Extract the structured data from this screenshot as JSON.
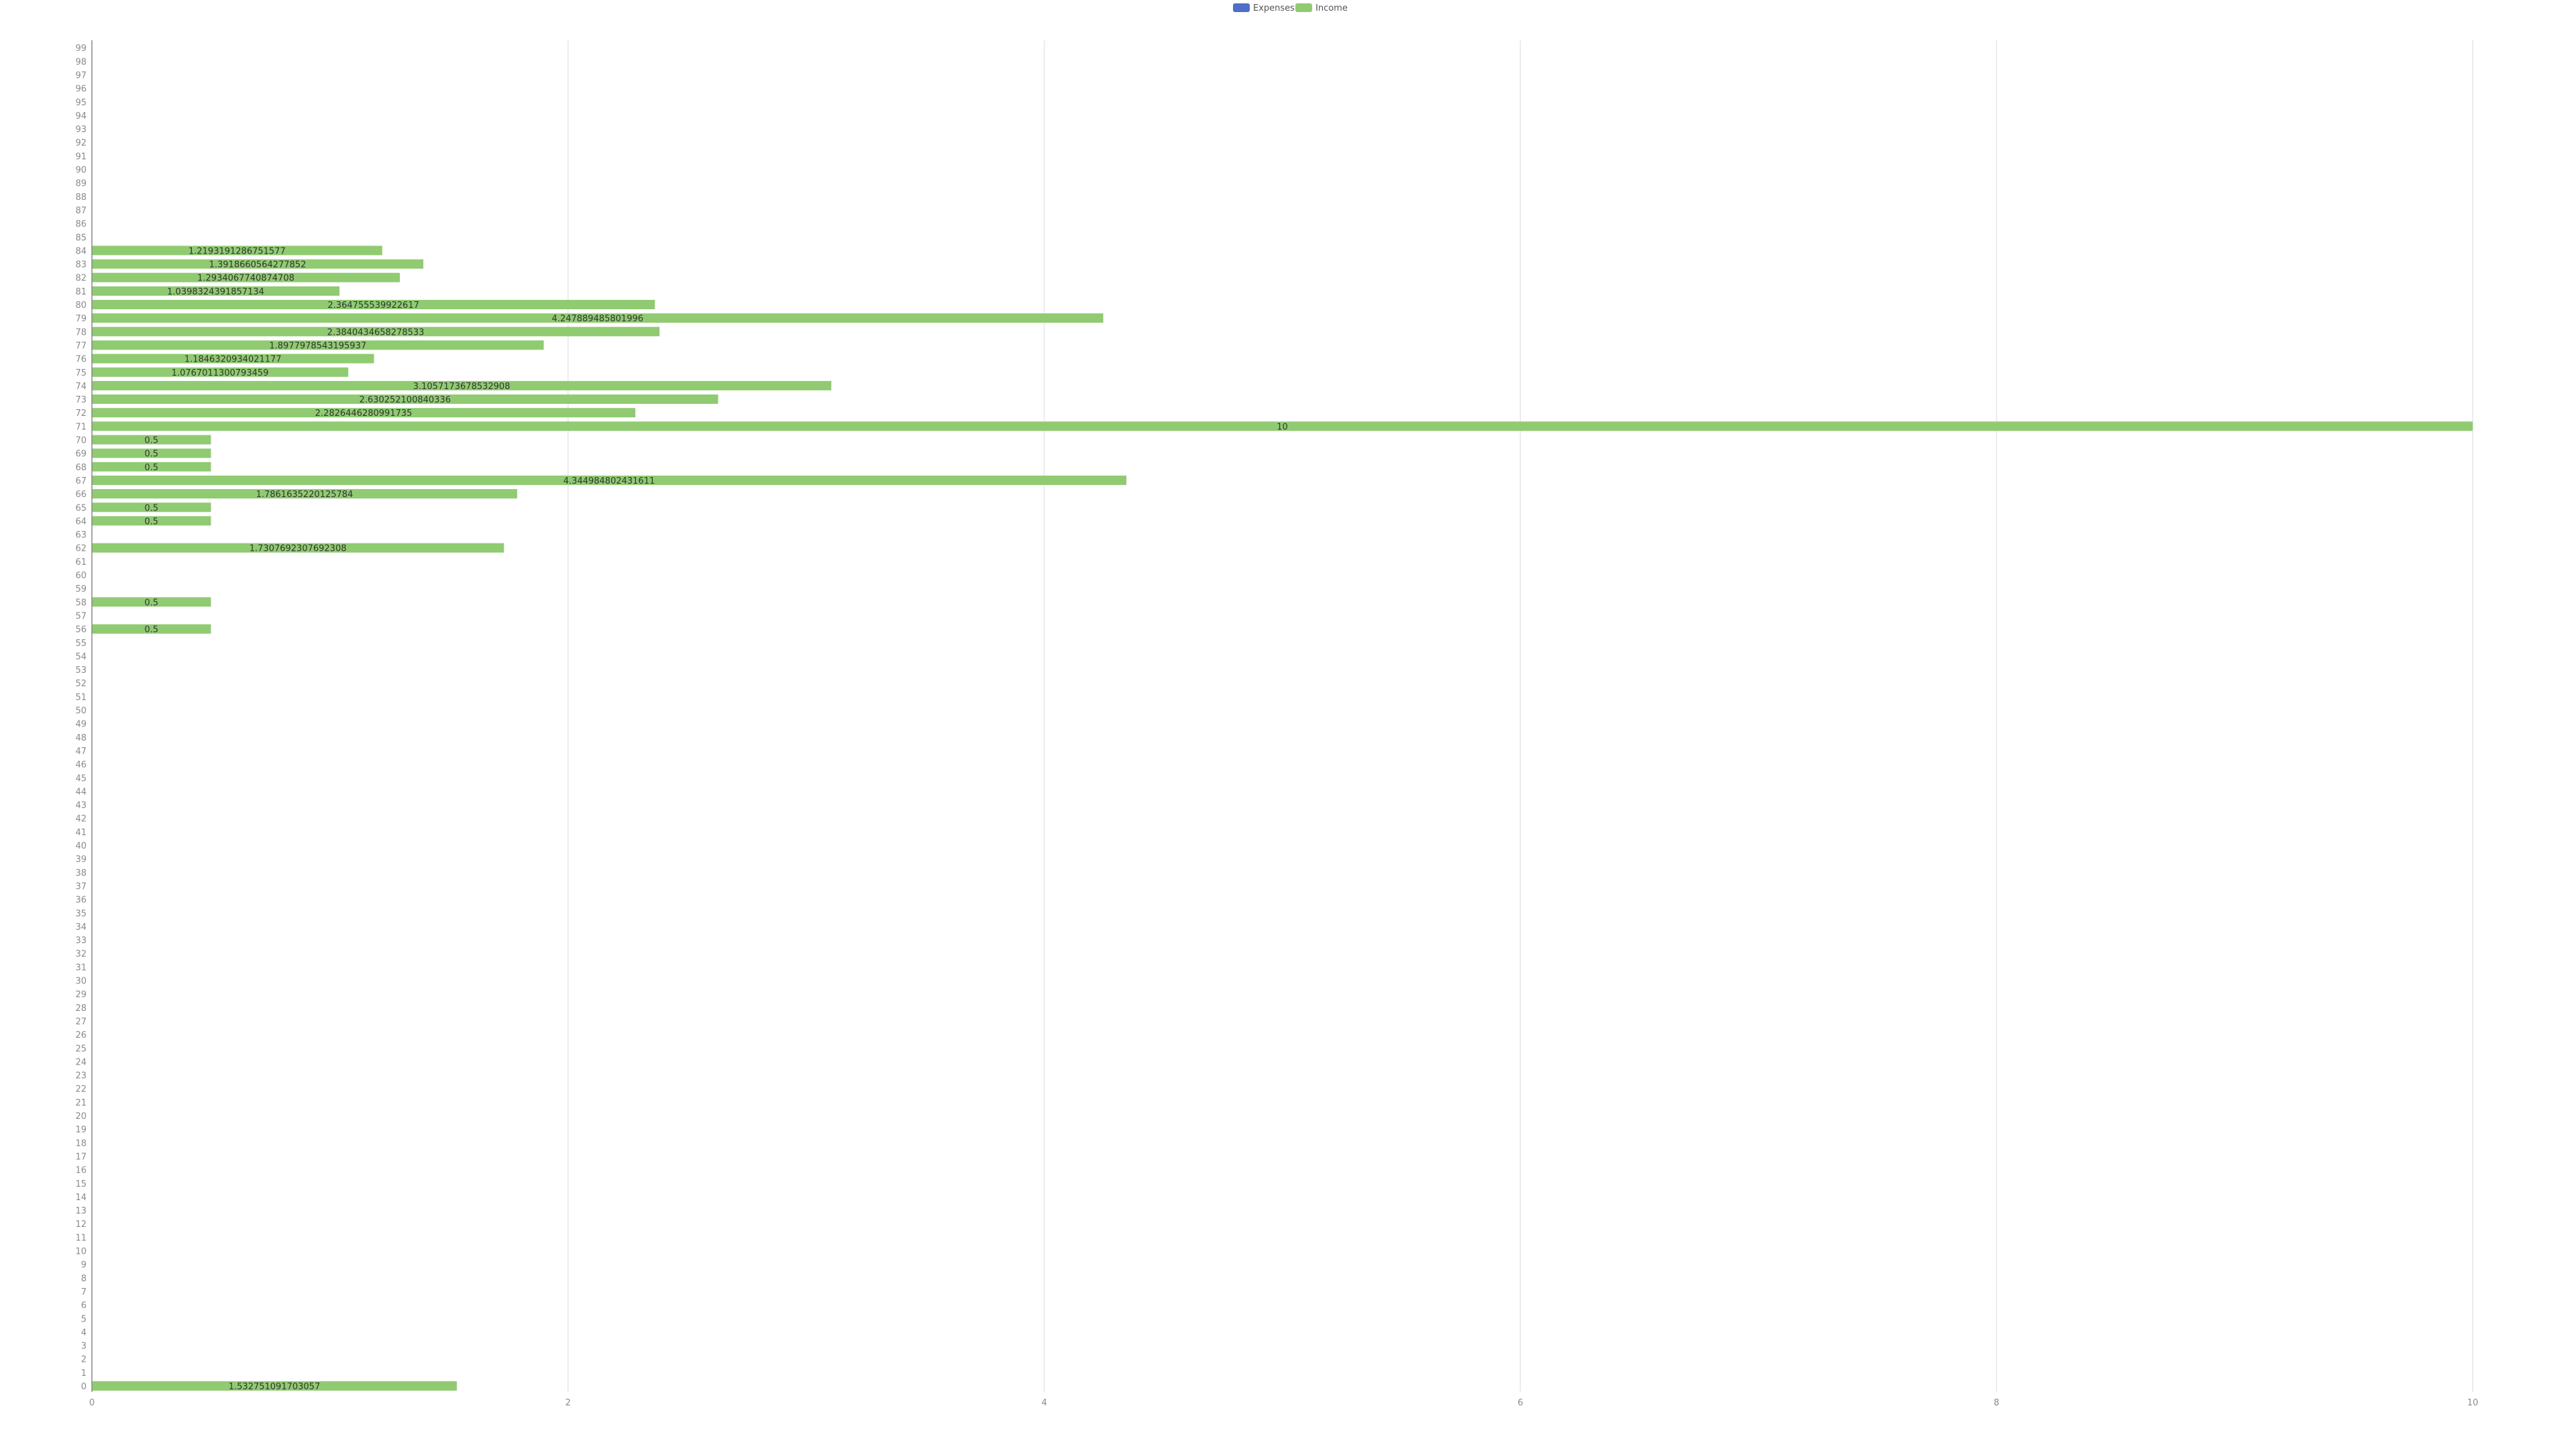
{
  "chart_data": {
    "type": "bar",
    "orientation": "horizontal",
    "title": "",
    "xlabel": "",
    "ylabel": "",
    "xlim": [
      0,
      10
    ],
    "x_ticks": [
      "0",
      "2",
      "4",
      "6",
      "8",
      "10"
    ],
    "grid": true,
    "legend_position": "top-center",
    "legend": [
      {
        "name": "Expenses",
        "color": "#4e6ec9"
      },
      {
        "name": "Income",
        "color": "#90cb72"
      }
    ],
    "categories_range": [
      0,
      99
    ],
    "series": [
      {
        "name": "Expenses",
        "values": {}
      },
      {
        "name": "Income",
        "values": {
          "0": 1.532751091703057,
          "56": 0.5,
          "58": 0.5,
          "62": 1.7307692307692308,
          "64": 0.5,
          "65": 0.5,
          "66": 1.7861635220125784,
          "67": 4.344984802431611,
          "68": 0.5,
          "69": 0.5,
          "70": 0.5,
          "71": 10,
          "72": 2.2826446280991735,
          "73": 2.630252100840336,
          "74": 3.1057173678532908,
          "75": 1.0767011300793459,
          "76": 1.1846320934021177,
          "77": 1.8977978543195937,
          "78": 2.3840434658278533,
          "79": 4.247889485801996,
          "80": 2.364755539922617,
          "81": 1.0398324391857134,
          "82": 1.2934067740874708,
          "83": 1.3918660564277852,
          "84": 1.2193191286751577
        }
      }
    ]
  }
}
